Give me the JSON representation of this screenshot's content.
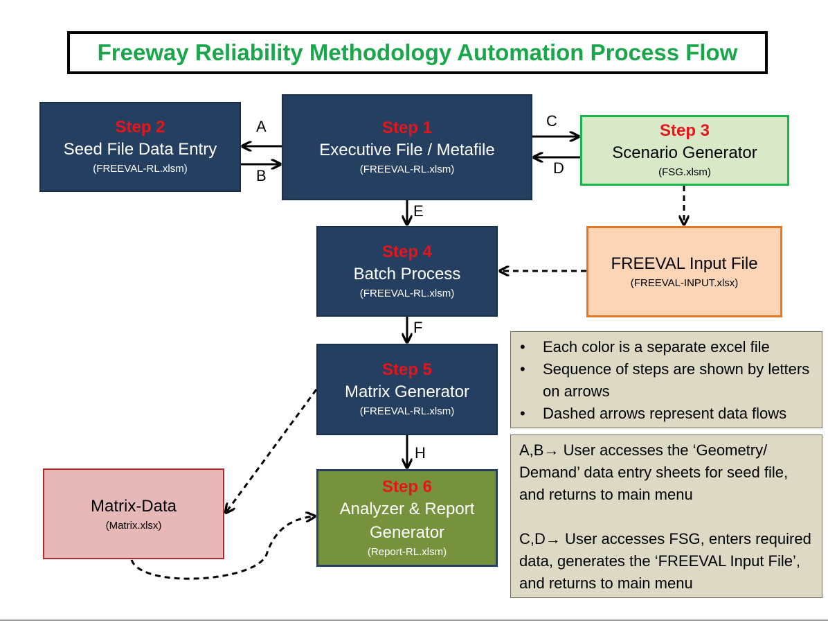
{
  "title": "Freeway Reliability Methodology Automation Process Flow",
  "boxes": {
    "step1": {
      "step": "Step 1",
      "name": "Executive File / Metafile",
      "file": "(FREEVAL-RL.xlsm)"
    },
    "step2": {
      "step": "Step 2",
      "name": "Seed File Data Entry",
      "file": "(FREEVAL-RL.xlsm)"
    },
    "step3": {
      "step": "Step 3",
      "name": "Scenario Generator",
      "file": "(FSG.xlsm)"
    },
    "step4": {
      "step": "Step 4",
      "name": "Batch Process",
      "file": "(FREEVAL-RL.xlsm)"
    },
    "step5": {
      "step": "Step 5",
      "name": "Matrix Generator",
      "file": "(FREEVAL-RL.xlsm)"
    },
    "step6": {
      "step": "Step 6",
      "name_line1": "Analyzer & Report",
      "name_line2": "Generator",
      "file": "(Report-RL.xlsm)"
    },
    "freeval_input": {
      "name": "FREEVAL Input File",
      "file": "(FREEVAL-INPUT.xlsx)"
    },
    "matrix_data": {
      "name": "Matrix-Data",
      "file": "(Matrix.xlsx)"
    }
  },
  "arrow_labels": {
    "A": "A",
    "B": "B",
    "C": "C",
    "D": "D",
    "E": "E",
    "F": "F",
    "H": "H"
  },
  "notes": {
    "bullets": [
      "Each color is a separate excel file",
      "Sequence of steps are shown by letters on arrows",
      "Dashed arrows represent data flows"
    ],
    "ab_text": "A,B→ User accesses the ‘Geometry/ Demand’ data entry sheets for seed file, and returns to main menu",
    "cd_text": "C,D→ User accesses  FSG, enters required data, generates the ‘FREEVAL Input File’, and returns to main menu"
  },
  "colors": {
    "title_green": "#1aa64a",
    "dark_blue": "#243f60",
    "step_red": "#e8141b",
    "light_green": "#d8e9c7",
    "orange": "#fbd5b5",
    "pink": "#e6b8b7",
    "olive": "#76923c",
    "note_tan": "#ddd9c4"
  }
}
